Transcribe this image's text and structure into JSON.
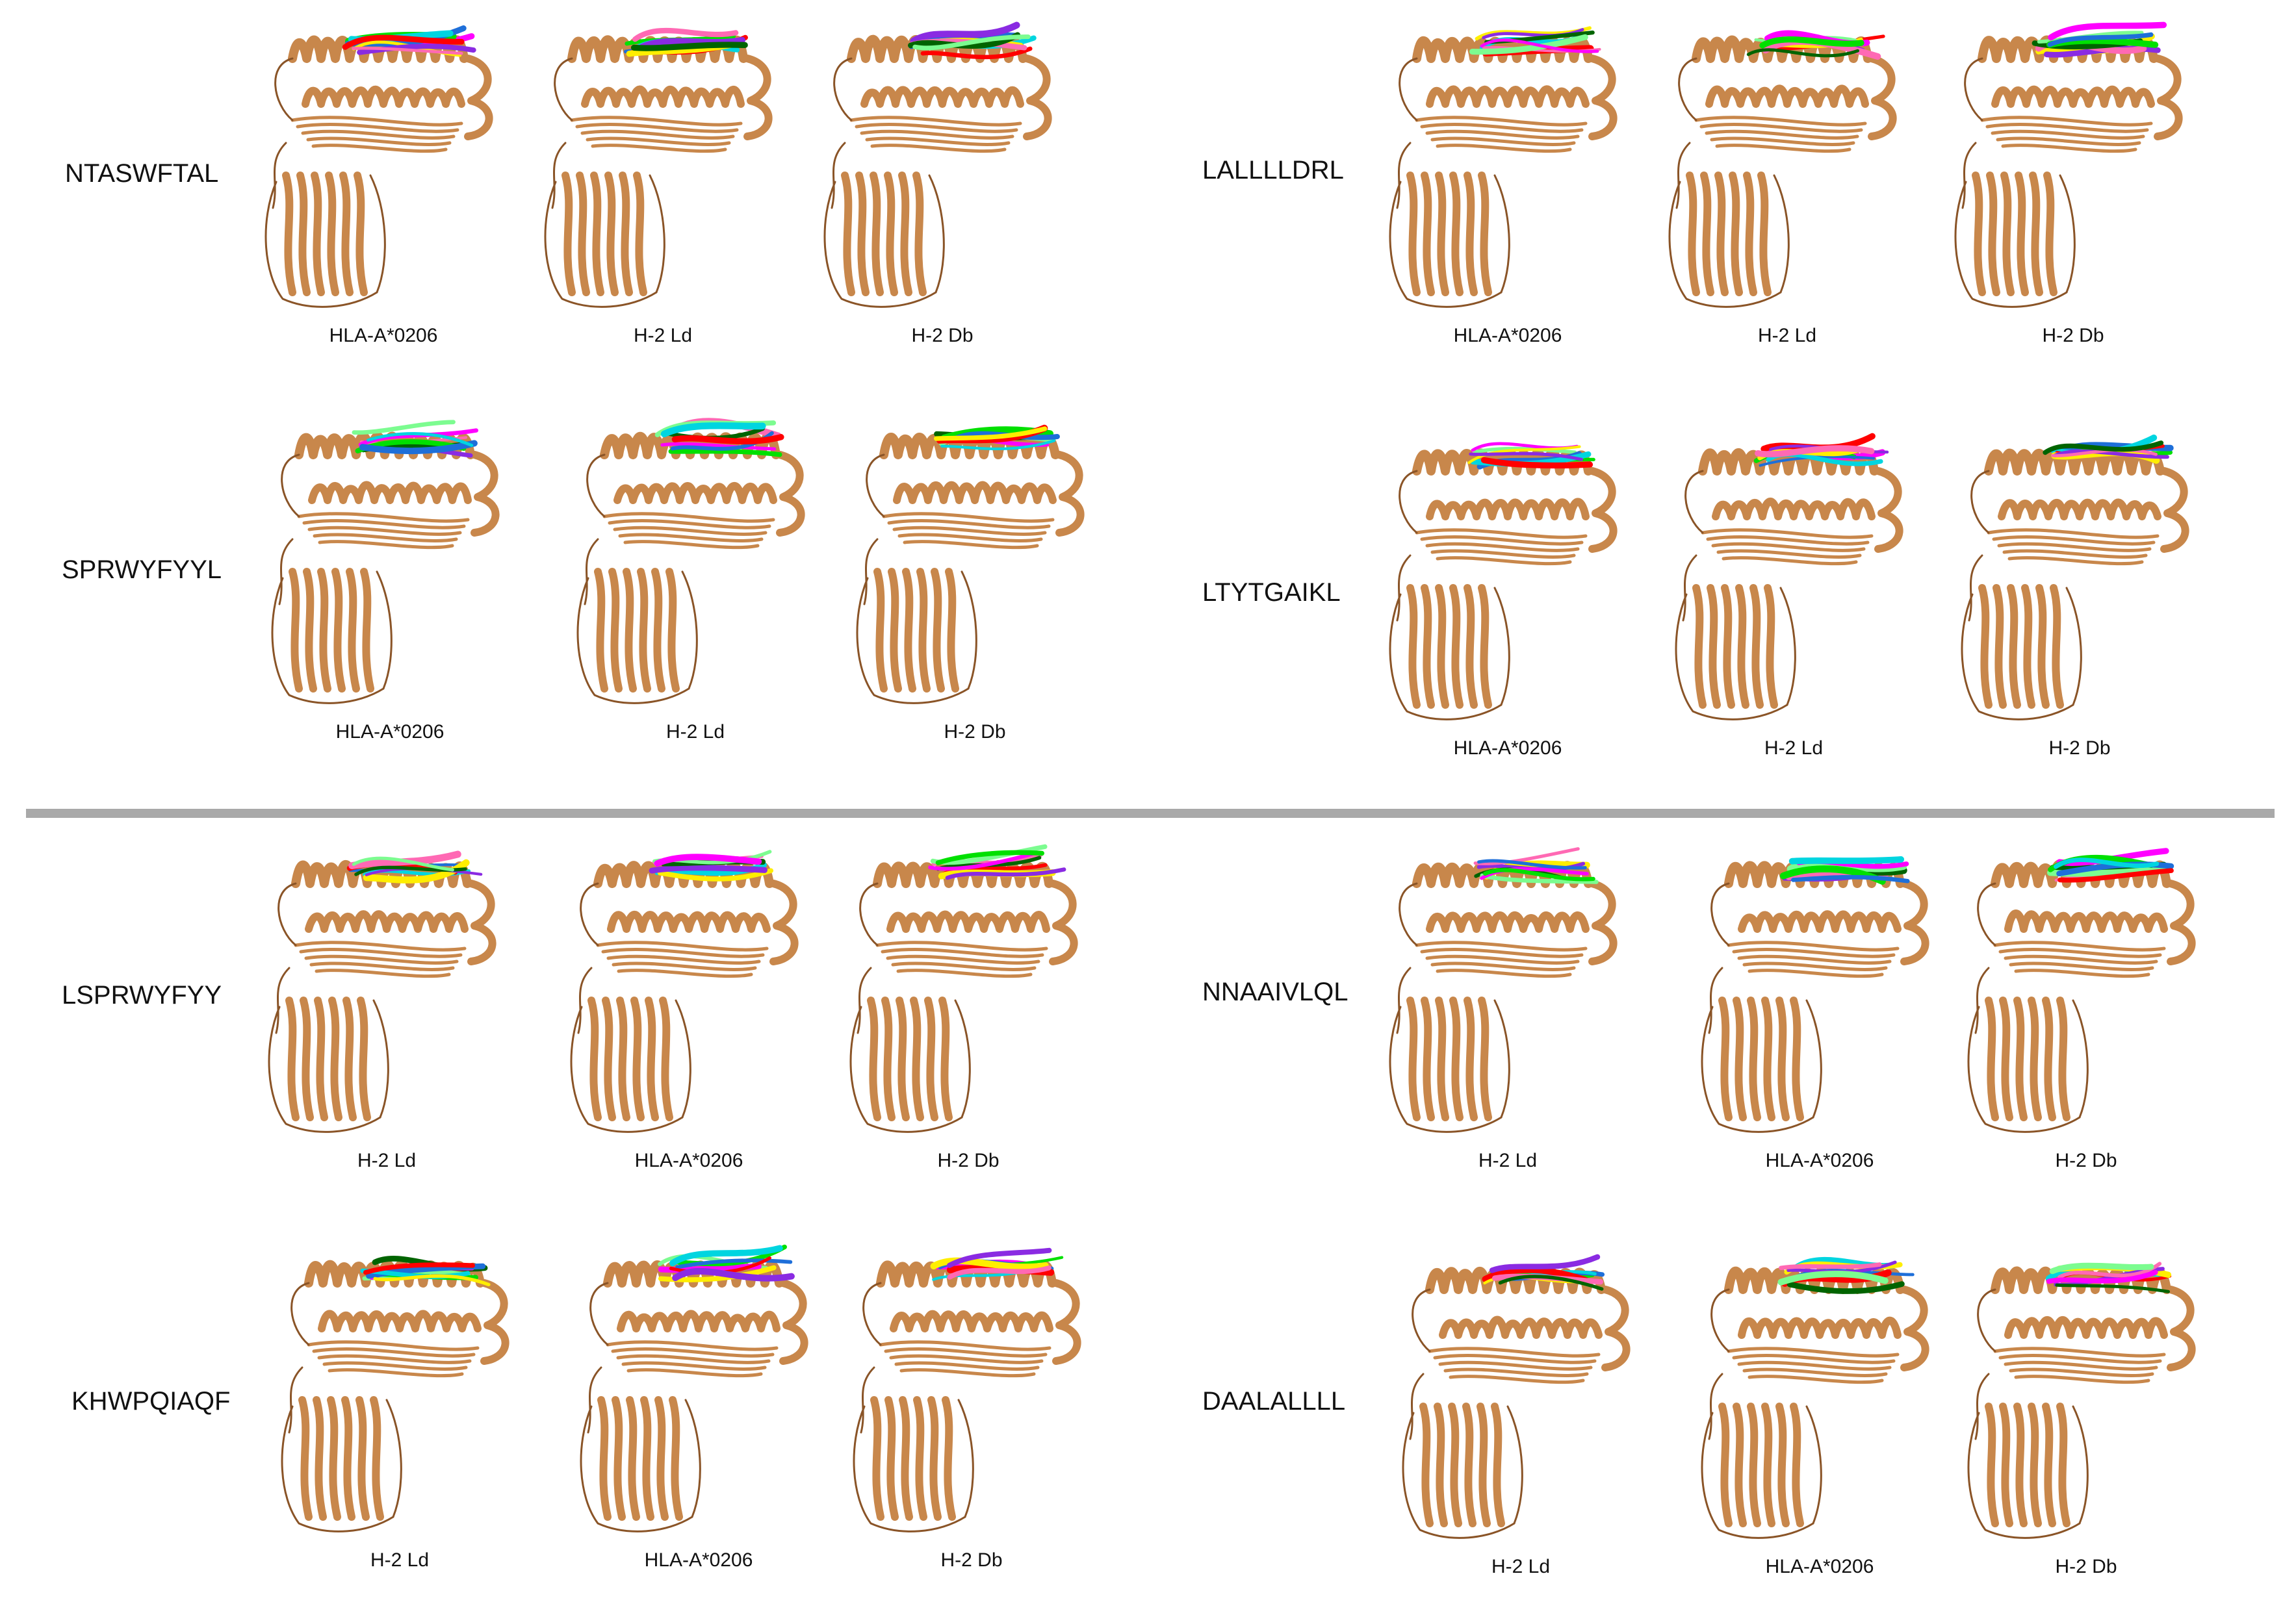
{
  "colors": {
    "protein": "#c8874b",
    "protein_dark": "#8a5427",
    "divider": "#a9a9a9",
    "peptides": [
      "#ff00ff",
      "#00e000",
      "#1e6fd9",
      "#00d5e0",
      "#ff0000",
      "#ffee00",
      "#8a2be2",
      "#ff69b4",
      "#006400",
      "#7cfc90"
    ]
  },
  "panels": [
    {
      "peptide": "NTASWFTAL",
      "alleles": [
        "HLA-A*0206",
        "H-2 Ld",
        "H-2 Db"
      ]
    },
    {
      "peptide": "LALLLLDRL",
      "alleles": [
        "HLA-A*0206",
        "H-2 Ld",
        "H-2 Db"
      ]
    },
    {
      "peptide": "SPRWYFYYL",
      "alleles": [
        "HLA-A*0206",
        "H-2 Ld",
        "H-2 Db"
      ]
    },
    {
      "peptide": "LTYTGAIKL",
      "alleles": [
        "HLA-A*0206",
        "H-2 Ld",
        "H-2 Db"
      ]
    },
    {
      "peptide": "LSPRWYFYY",
      "alleles": [
        "H-2 Ld",
        "HLA-A*0206",
        "H-2 Db"
      ]
    },
    {
      "peptide": "NNAAIVLQL",
      "alleles": [
        "H-2 Ld",
        "HLA-A*0206",
        "H-2 Db"
      ]
    },
    {
      "peptide": "KHWPQIAQF",
      "alleles": [
        "H-2 Ld",
        "HLA-A*0206",
        "H-2 Db"
      ]
    },
    {
      "peptide": "DAALALLLL",
      "alleles": [
        "H-2 Ld",
        "HLA-A*0206",
        "H-2 Db"
      ]
    }
  ]
}
